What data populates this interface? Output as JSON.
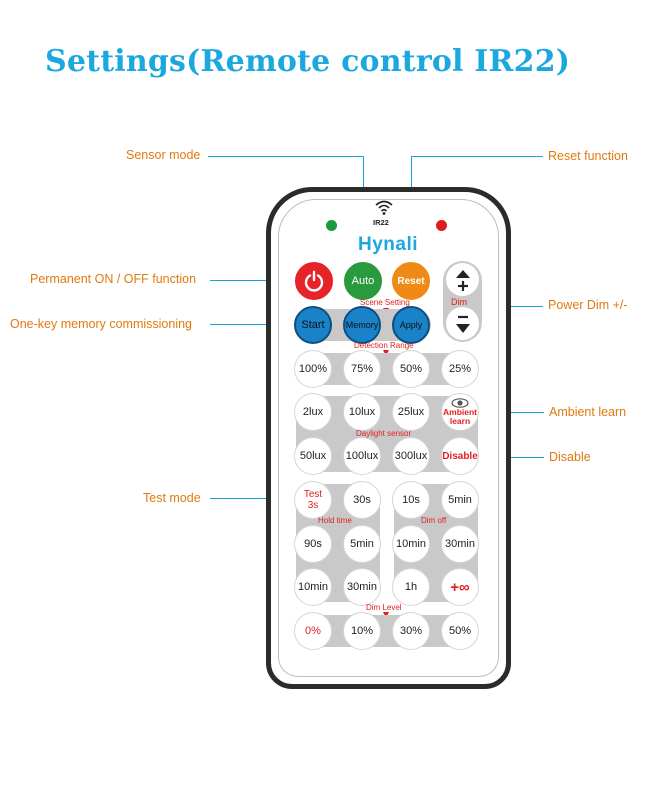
{
  "title": "Settings(Remote control IR22)",
  "callouts": {
    "sensor_mode": "Sensor mode",
    "reset_function": "Reset function",
    "permanent_on_off": "Permanent ON / OFF function",
    "power_dim": "Power Dim +/-",
    "one_key_memory": "One-key memory commissioning",
    "ambient_learn": "Ambient learn",
    "disable": "Disable",
    "test_mode": "Test mode"
  },
  "remote": {
    "ir_label": "IR22",
    "brand": "Hynali",
    "led_colors": {
      "left": "#1a9a3a",
      "right": "#e01c1c"
    },
    "auto": "Auto",
    "reset": "Reset",
    "dim": "Dim",
    "dim_plus": "+",
    "dim_minus": "−",
    "scene_setting": "Scene Setting",
    "start": "Start",
    "memory": "Memory",
    "apply": "Apply",
    "detection_range": "Detection Range",
    "range": [
      "100%",
      "75%",
      "50%",
      "25%"
    ],
    "lux_row1": [
      "2lux",
      "10lux",
      "25lux"
    ],
    "ambient": [
      "Ambient",
      "learn"
    ],
    "daylight_sensor": "Daylight sensor",
    "lux_row2": [
      "50lux",
      "100lux",
      "300lux"
    ],
    "disable": "Disable",
    "test": [
      "Test",
      "3s"
    ],
    "hold_time": "Hold time",
    "dim_off": "Dim off",
    "row_a": [
      "30s",
      "10s",
      "5min"
    ],
    "row_b": [
      "90s",
      "5min",
      "10min",
      "30min"
    ],
    "row_c": [
      "10min",
      "30min",
      "1h",
      "+∞"
    ],
    "dim_level": "Dim Level",
    "levels": [
      "0%",
      "10%",
      "30%",
      "50%"
    ]
  }
}
